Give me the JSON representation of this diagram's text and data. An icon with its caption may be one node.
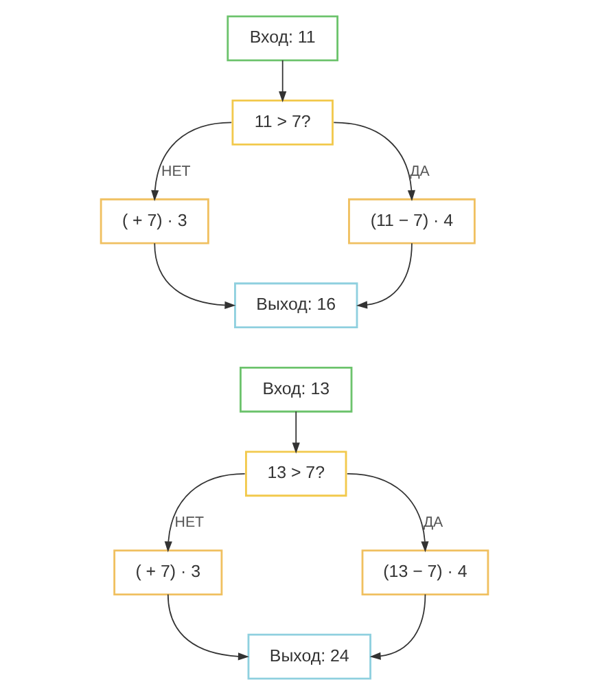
{
  "diagram": {
    "nodes": [
      {
        "text": [
          "Вход: 11"
        ]
      },
      {
        "text": [
          "11 > 7?"
        ]
      },
      {
        "text": [
          "( + 7) · 3"
        ]
      },
      {
        "text": [
          "(11 − 7) · 4"
        ]
      },
      {
        "text": [
          "Выход: 16"
        ]
      },
      {
        "text": [
          "Вход: 13"
        ]
      },
      {
        "text": [
          "13 > 7?"
        ]
      },
      {
        "text": [
          "( + 7) · 3"
        ]
      },
      {
        "text": [
          "(13 − 7) · 4"
        ]
      },
      {
        "text": [
          "Выход: 24"
        ]
      }
    ],
    "edges": [
      {
        "from": 0,
        "to": 1,
        "arrow": "to"
      },
      {
        "from": 1,
        "to": 2,
        "arrow": "to",
        "label": "НЕТ"
      },
      {
        "from": 1,
        "to": 3,
        "arrow": "to",
        "label": "ДА"
      },
      {
        "from": 2,
        "to": 4,
        "arrow": "to"
      },
      {
        "from": 3,
        "to": 4,
        "arrow": "to"
      },
      {
        "from": 5,
        "to": 6,
        "arrow": "to"
      },
      {
        "from": 6,
        "to": 7,
        "arrow": "to",
        "label": "НЕТ"
      },
      {
        "from": 6,
        "to": 8,
        "arrow": "to",
        "label": "ДА"
      },
      {
        "from": 7,
        "to": 9,
        "arrow": "to"
      },
      {
        "from": 8,
        "to": 9,
        "arrow": "to"
      }
    ]
  }
}
